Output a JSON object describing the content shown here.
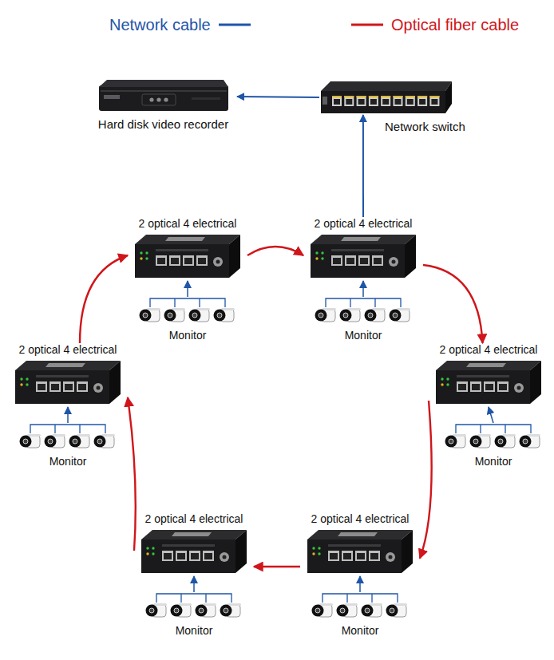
{
  "diagram": {
    "nodes": [
      {
        "text": [
          "Hard disk video recorder"
        ]
      },
      {
        "text": [
          "Network switch"
        ]
      },
      {
        "text": [
          "2 optical 4 electrical"
        ]
      },
      {
        "text": [
          "Monitor"
        ]
      },
      {
        "text": [
          "2 optical 4 electrical"
        ]
      },
      {
        "text": [
          "Monitor"
        ]
      },
      {
        "text": [
          "2 optical 4 electrical"
        ]
      },
      {
        "text": [
          "Monitor"
        ]
      },
      {
        "text": [
          "2 optical 4 electrical"
        ]
      },
      {
        "text": [
          "Monitor"
        ]
      },
      {
        "text": [
          "2 optical 4 electrical"
        ]
      },
      {
        "text": [
          "Monitor"
        ]
      },
      {
        "text": [
          "2 optical 4 electrical"
        ]
      },
      {
        "text": [
          "Monitor"
        ]
      }
    ],
    "edges": [
      {
        "from": 1,
        "to": 0,
        "arrow": "to"
      },
      {
        "from": 4,
        "to": 1,
        "arrow": "to"
      },
      {
        "from": 2,
        "to": 4,
        "arrow": "to"
      },
      {
        "from": 4,
        "to": 6,
        "arrow": "to"
      },
      {
        "from": 6,
        "to": 8,
        "arrow": "to"
      },
      {
        "from": 8,
        "to": 10,
        "arrow": "to"
      },
      {
        "from": 10,
        "to": 12,
        "arrow": "to"
      },
      {
        "from": 12,
        "to": 2,
        "arrow": "to"
      },
      {
        "from": 3,
        "to": 2,
        "arrow": "to"
      },
      {
        "from": 5,
        "to": 4,
        "arrow": "to"
      },
      {
        "from": 7,
        "to": 6,
        "arrow": "to"
      },
      {
        "from": 9,
        "to": 8,
        "arrow": "to"
      },
      {
        "from": 11,
        "to": 10,
        "arrow": "to"
      },
      {
        "from": 13,
        "to": 12,
        "arrow": "to"
      }
    ],
    "legend": [
      {
        "text": "Network cable"
      },
      {
        "text": "Optical fiber cable"
      }
    ]
  }
}
